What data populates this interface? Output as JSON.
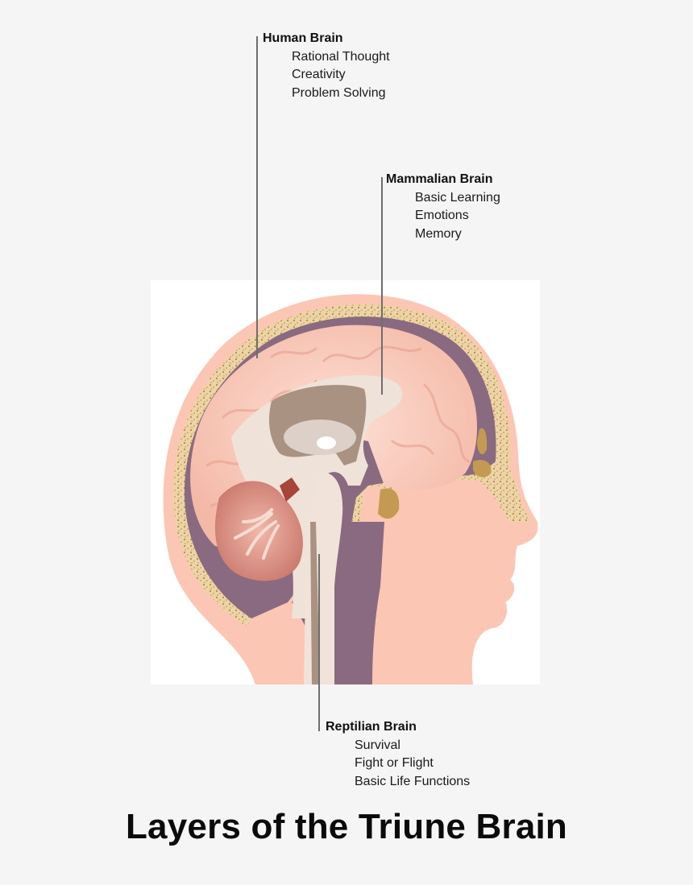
{
  "title": "Layers of the Triune Brain",
  "labels": {
    "human": {
      "title": "Human Brain",
      "items": [
        "Rational Thought",
        "Creativity",
        "Problem Solving"
      ]
    },
    "mammalian": {
      "title": "Mammalian Brain",
      "items": [
        "Basic Learning",
        "Emotions",
        "Memory"
      ]
    },
    "reptilian": {
      "title": "Reptilian Brain",
      "items": [
        "Survival",
        "Fight or Flight",
        "Basic Life Functions"
      ]
    }
  },
  "colors": {
    "background": "#f5f5f5",
    "illustration_bg": "#ffffff",
    "skin": "#fcc6b4",
    "bone": "#ecd4a8",
    "bone_dots": "#b98b3c",
    "dura": "#8a6a80",
    "cerebrum": "#fbd0c2",
    "cerebellum": "#e79f90",
    "white_matter": "#efe2d8",
    "ventricle": "#a99282",
    "brainstem": "#f1e3da",
    "leader_line": "#6e6e6e"
  }
}
